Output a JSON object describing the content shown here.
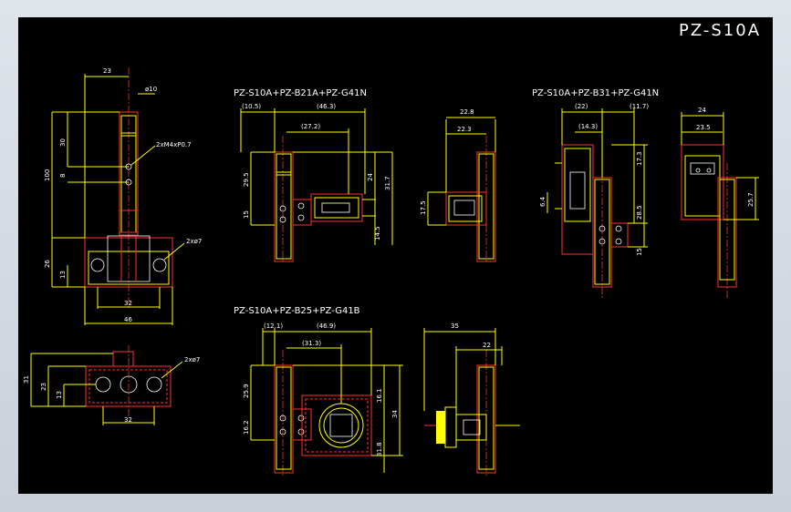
{
  "title": "PZ-S10A",
  "views": {
    "v1": "PZ-S10A+PZ-B21A+PZ-G41N",
    "v2": "PZ-S10A+PZ-B31+PZ-G41N",
    "v3": "PZ-S10A+PZ-B25+PZ-G41B"
  },
  "dims": {
    "d23": "23",
    "d10dia": "ø10",
    "d100": "100",
    "d30": "30",
    "d8": "8",
    "thread": "2xM4xP0.7",
    "d26": "26",
    "d13": "13",
    "hole1": "2xø7",
    "d32": "32",
    "d46": "46",
    "d31": "31",
    "d23b": "23",
    "d13b": "13",
    "hole2": "2xø7",
    "d32b": "32",
    "v1_105": "(10.5)",
    "v1_463": "(46.3)",
    "v1_272": "(27.2)",
    "v1_295": "29.5",
    "v1_15": "15",
    "v1_24": "24",
    "v1_317": "31.7",
    "v1_145": "14.5",
    "v1_228": "22.8",
    "v1_223": "22.3",
    "v1_175": "17.5",
    "v2_22": "(22)",
    "v2_117": "(11.7)",
    "v2_143": "(14.3)",
    "v2_64": "6.4",
    "v2_173": "17.3",
    "v2_285": "28.5",
    "v2_15": "15",
    "v2_24": "24",
    "v2_235": "23.5",
    "v2_257": "25.7",
    "v3_121": "(12.1)",
    "v3_469": "(46.9)",
    "v3_313": "(31.3)",
    "v3_259": "25.9",
    "v3_162": "16.2",
    "v3_161": "16.1",
    "v3_34": "34",
    "v3_318": "31.8",
    "v3_35": "35",
    "v3_22": "22"
  }
}
